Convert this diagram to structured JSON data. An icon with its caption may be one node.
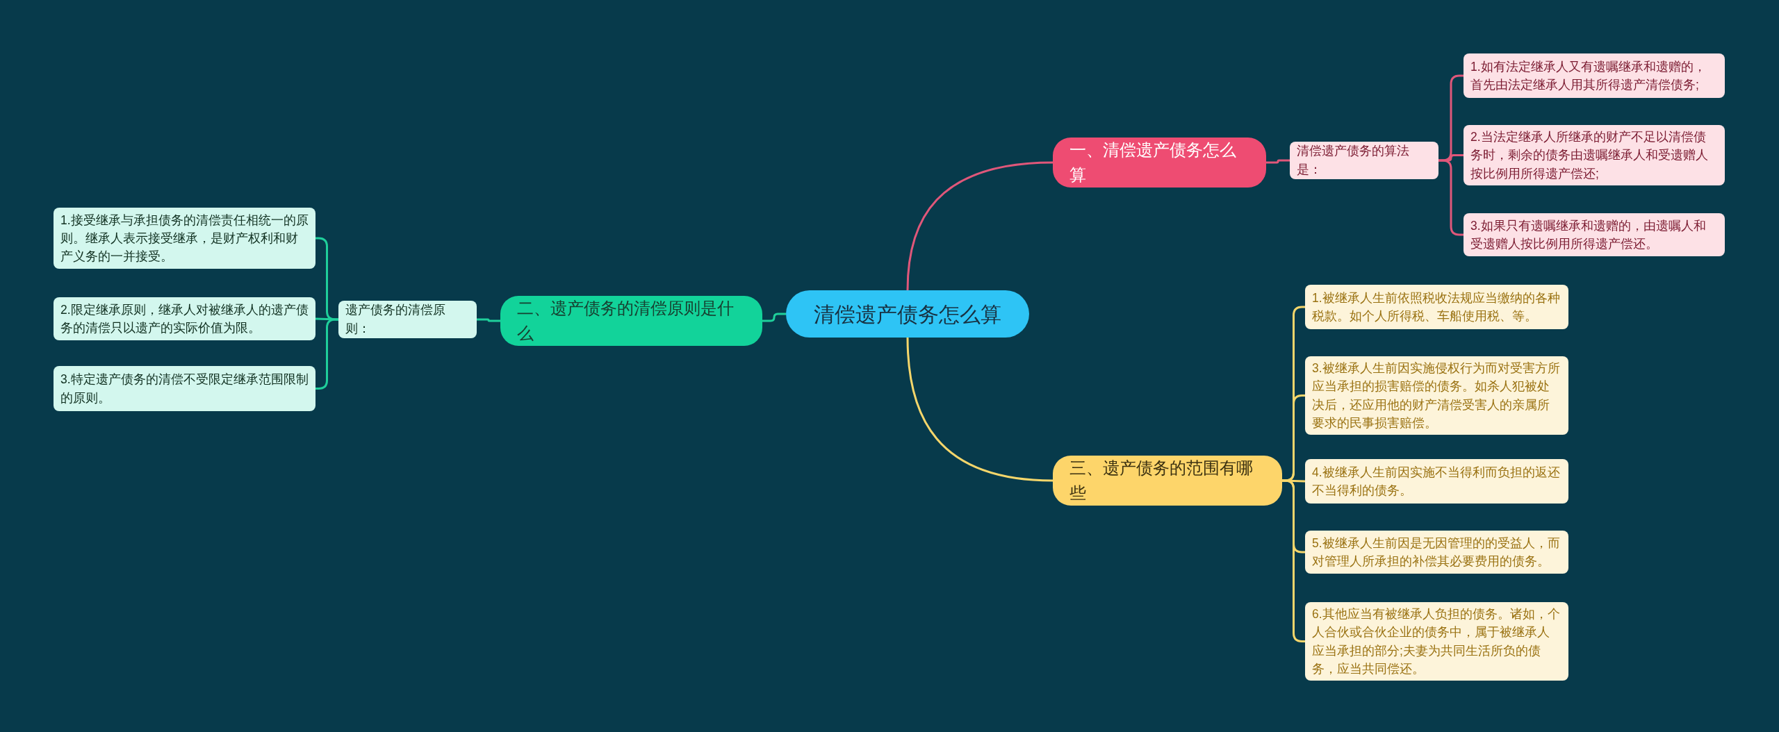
{
  "diagram": {
    "nodes": [
      {
        "text": [
          "清偿遗产债务怎么算"
        ]
      },
      {
        "text": [
          "一、清偿遗产债务怎么算"
        ]
      },
      {
        "text": [
          "清偿遗产债务的算法是："
        ]
      },
      {
        "text": [
          "1.如有法定继承人又有遗嘱继承和遗赠的，首先由法定继承人用其所得遗产清偿债务;"
        ]
      },
      {
        "text": [
          "2.当法定继承人所继承的财产不足以清偿债务时，剩余的债务由遗嘱继承人和受遗赠人按比例用所得遗产偿还;"
        ]
      },
      {
        "text": [
          "3.如果只有遗嘱继承和遗赠的，由遗嘱人和受遗赠人按比例用所得遗产偿还。"
        ]
      },
      {
        "text": [
          "二、遗产债务的清偿原则是什么"
        ]
      },
      {
        "text": [
          "遗产债务的清偿原则："
        ]
      },
      {
        "text": [
          "1.接受继承与承担债务的清偿责任相统一的原则。继承人表示接受继承，是财产权利和财产义务的一并接受。"
        ]
      },
      {
        "text": [
          "2.限定继承原则，继承人对被继承人的遗产债务的清偿只以遗产的实际价值为限。"
        ]
      },
      {
        "text": [
          "3.特定遗产债务的清偿不受限定继承范围限制的原则。"
        ]
      },
      {
        "text": [
          "三、遗产债务的范围有哪些"
        ]
      },
      {
        "text": [
          "1.被继承人生前依照税收法规应当缴纳的各种税款。如个人所得税、车船使用税、等。"
        ]
      },
      {
        "text": [
          "3.被继承人生前因实施侵权行为而对受害方所应当承担的损害赔偿的债务。如杀人犯被处决后，还应用他的财产清偿受害人的亲属所要求的民事损害赔偿。"
        ]
      },
      {
        "text": [
          "4.被继承人生前因实施不当得利而负担的返还不当得利的债务。"
        ]
      },
      {
        "text": [
          "5.被继承人生前因是无因管理的的受益人，而对管理人所承担的补偿其必要费用的债务。"
        ]
      },
      {
        "text": [
          "6.其他应当有被继承人负担的债务。诸如，个人合伙或合伙企业的债务中，属于被继承人应当承担的部分;夫妻为共同生活所负的债务，应当共同偿还。"
        ]
      }
    ],
    "edges": [
      {
        "from": 0,
        "to": 1,
        "arrow": "none",
        "color": "#e0577a"
      },
      {
        "from": 1,
        "to": 2,
        "arrow": "none",
        "color": "#e0577a"
      },
      {
        "from": 2,
        "to": 3,
        "arrow": "none",
        "color": "#e0577a"
      },
      {
        "from": 2,
        "to": 4,
        "arrow": "none",
        "color": "#e0577a"
      },
      {
        "from": 2,
        "to": 5,
        "arrow": "none",
        "color": "#e0577a"
      },
      {
        "from": 0,
        "to": 6,
        "arrow": "none",
        "color": "#1fcf9b"
      },
      {
        "from": 6,
        "to": 7,
        "arrow": "none",
        "color": "#1fcf9b"
      },
      {
        "from": 7,
        "to": 8,
        "arrow": "none",
        "color": "#1fcf9b"
      },
      {
        "from": 7,
        "to": 9,
        "arrow": "none",
        "color": "#1fcf9b"
      },
      {
        "from": 7,
        "to": 10,
        "arrow": "none",
        "color": "#1fcf9b"
      },
      {
        "from": 0,
        "to": 11,
        "arrow": "none"
      },
      {
        "from": 11,
        "to": 12,
        "arrow": "none"
      },
      {
        "from": 11,
        "to": 13,
        "arrow": "none"
      },
      {
        "from": 11,
        "to": 14,
        "arrow": "none"
      },
      {
        "from": 11,
        "to": 15,
        "arrow": "none"
      },
      {
        "from": 11,
        "to": 16,
        "arrow": "none"
      }
    ]
  }
}
